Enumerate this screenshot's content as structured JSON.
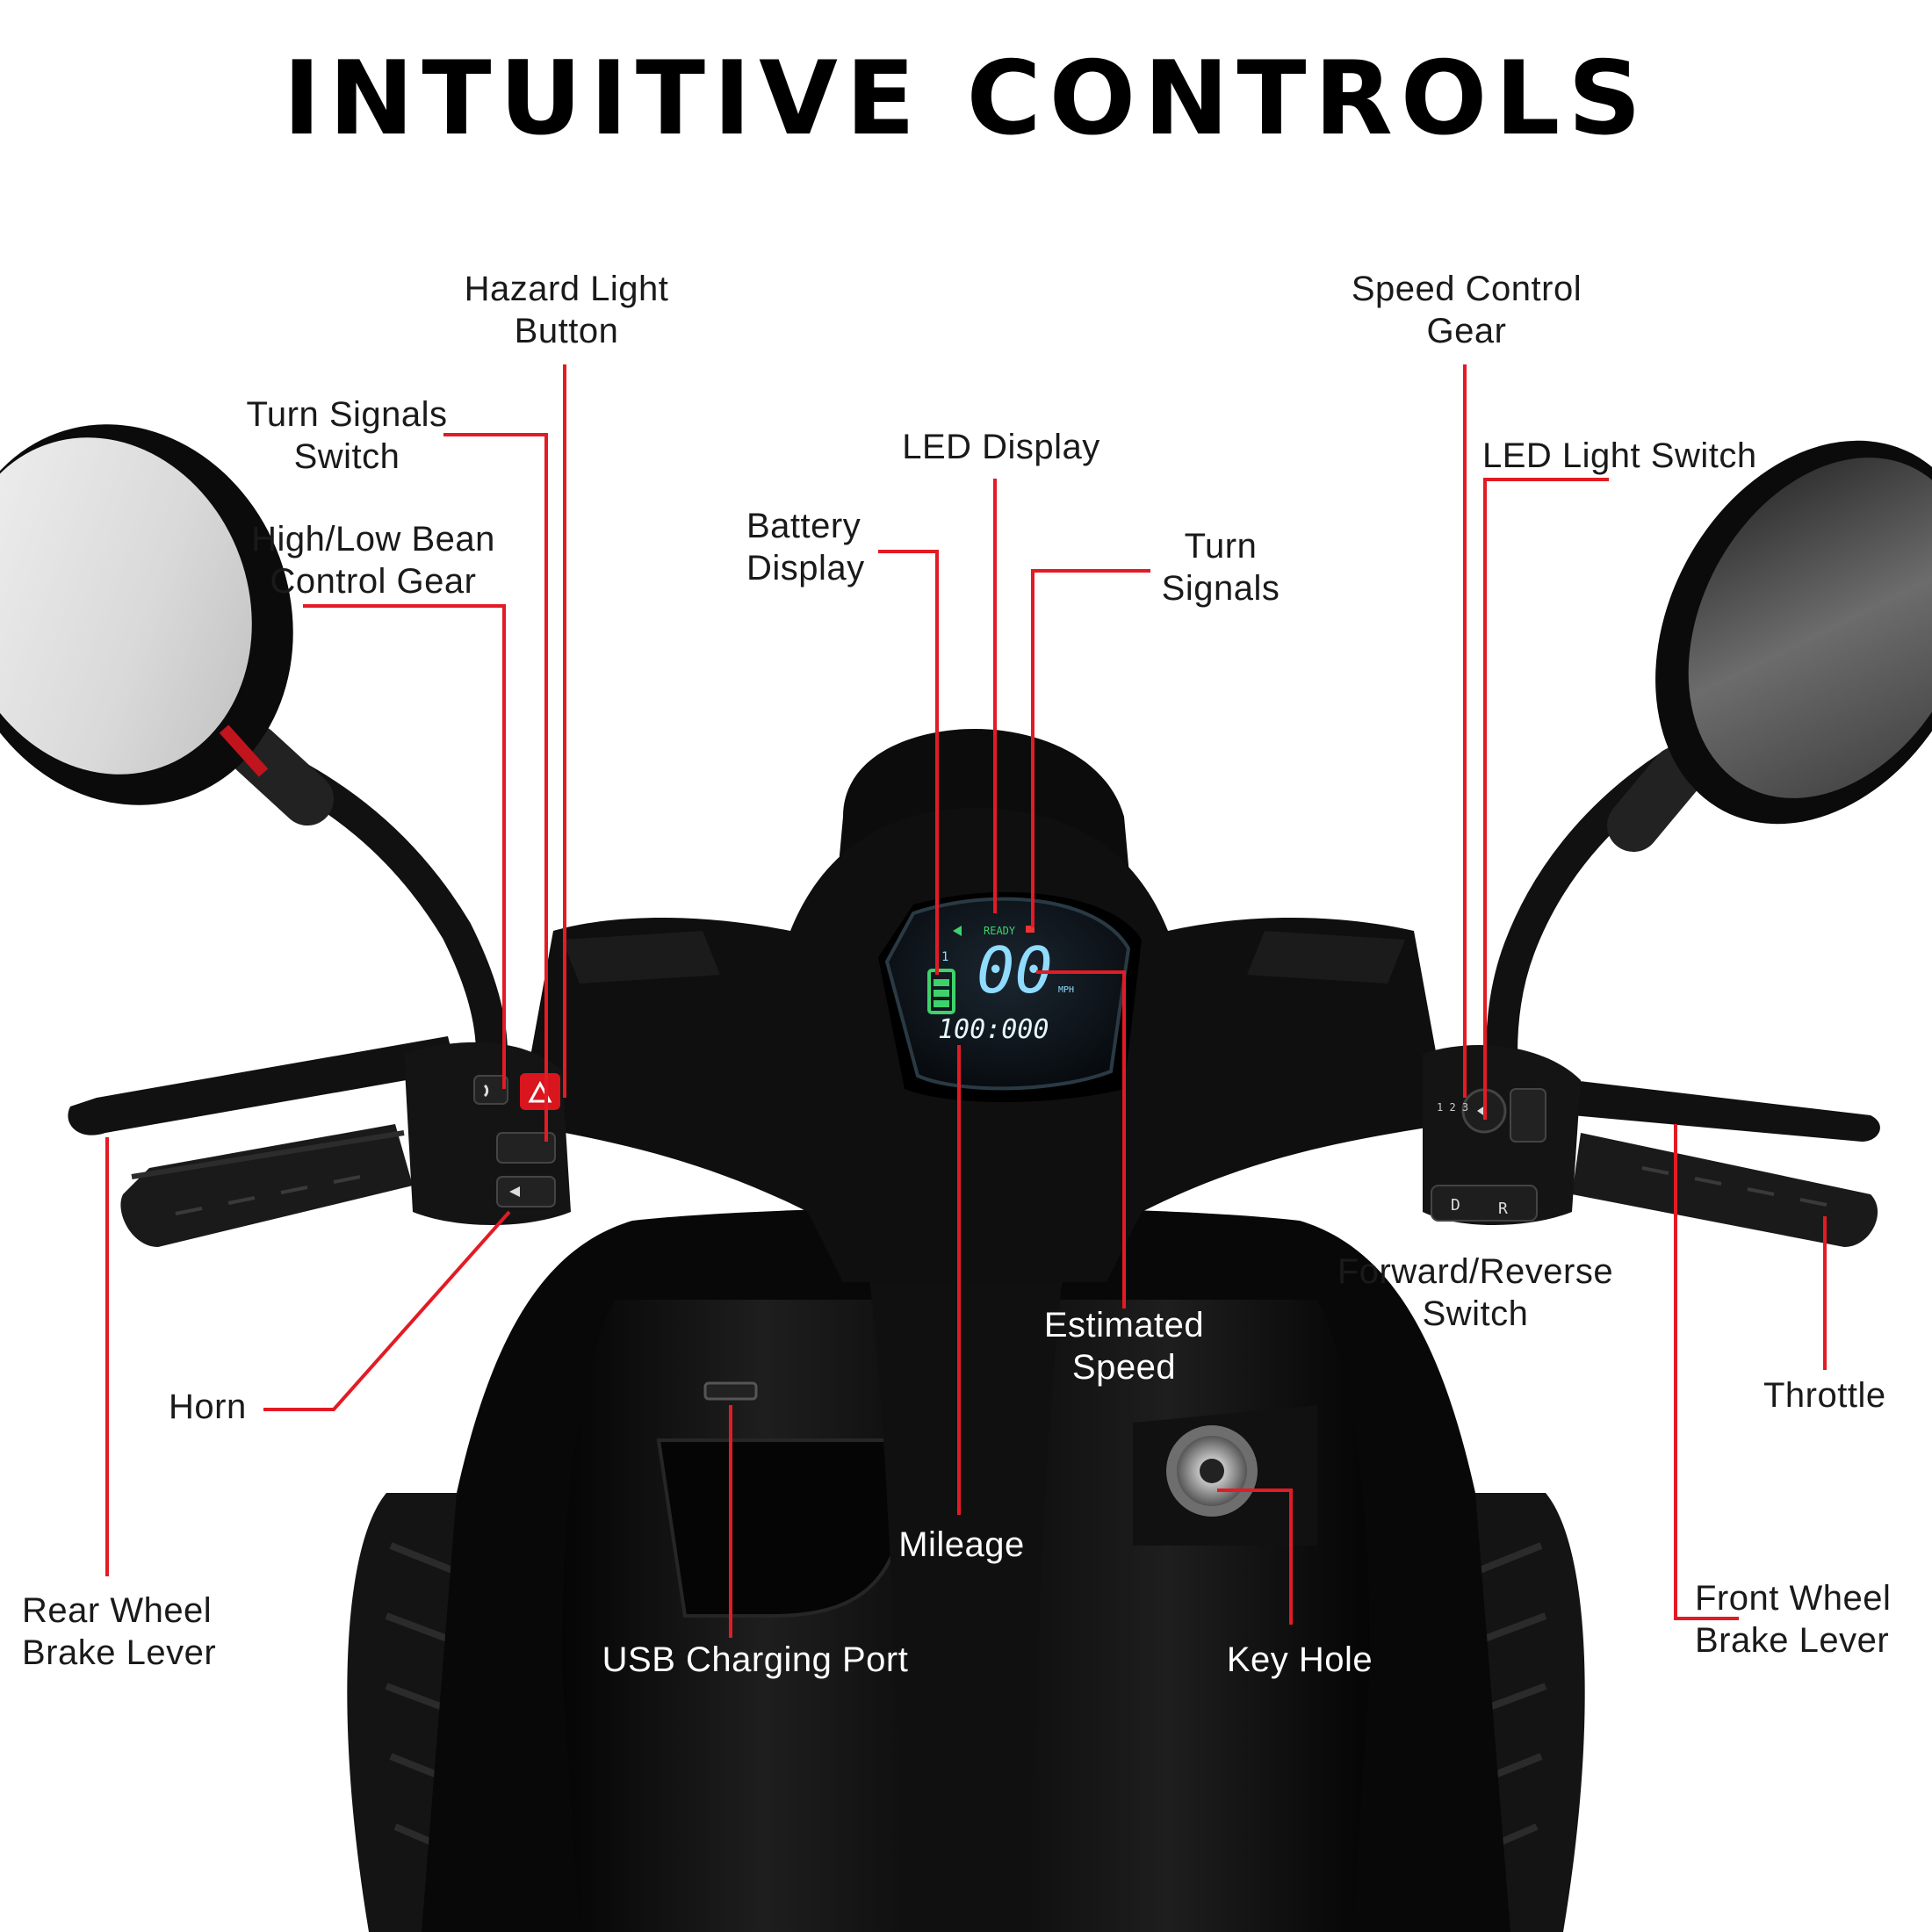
{
  "title": "INTUITIVE CONTROLS",
  "labels": {
    "hazard": "Hazard Light\nButton",
    "turn_switch": "Turn Signals\nSwitch",
    "high_low": "High/Low Bean\nControl Gear",
    "led_display": "LED Display",
    "battery_display": "Battery\nDisplay",
    "turn_signals": "Turn\nSignals",
    "speed_gear": "Speed Control\nGear",
    "led_light_switch": "LED Light Switch",
    "horn": "Horn",
    "rear_brake": "Rear Wheel\nBrake Lever",
    "estimated_speed": "Estimated\nSpeed",
    "forward_reverse": "Forward/Reverse\nSwitch",
    "throttle": "Throttle",
    "mileage": "Mileage",
    "usb_port": "USB Charging Port",
    "key_hole": "Key Hole",
    "front_brake": "Front Wheel\nBrake Lever"
  },
  "display": {
    "ready": "READY",
    "speed": "00",
    "unit": "MPH",
    "odometer": "100:000",
    "gear": "1"
  },
  "switch_marks": {
    "drive": "D",
    "reverse": "R",
    "speeds": "1 2 3"
  },
  "colors": {
    "leader": "#e21b25",
    "hazard_button": "#d9151d",
    "lcd_green": "#3fd26b",
    "lcd_blue": "#8fdcff",
    "body": "#0d0d0d"
  }
}
